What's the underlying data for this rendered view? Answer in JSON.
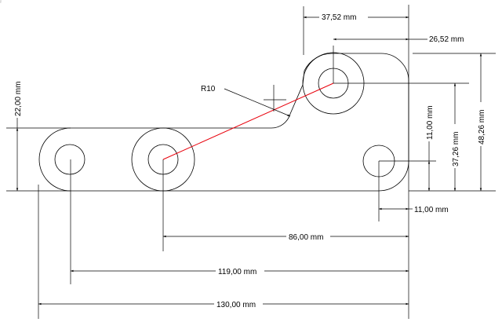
{
  "drawing": {
    "dimensions": {
      "d_37_52": "37,52 mm",
      "d_26_52": "26,52 mm",
      "d_48_26": "48,26 mm",
      "d_37_26": "37,26 mm",
      "d_11_00_vertical": "11,00 mm",
      "d_11_00_horizontal": "11,00 mm",
      "d_22_00": "22,00 mm",
      "d_86_00": "86,00 mm",
      "d_119_00": "119,00 mm",
      "d_130_00": "130,00 mm",
      "radius": "R10"
    },
    "colors": {
      "line": "#000000",
      "highlight": "#e8000b",
      "background": "#ffffff"
    }
  }
}
